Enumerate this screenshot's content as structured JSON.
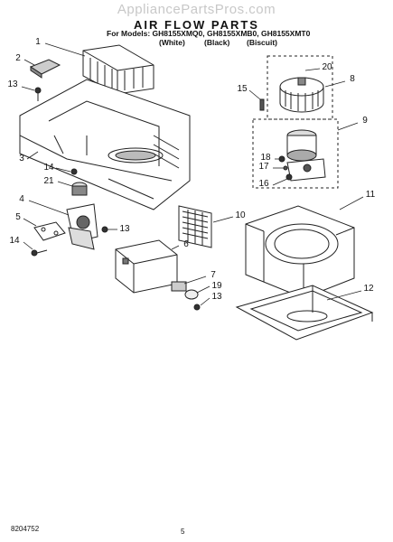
{
  "watermark": "AppliancePartsPros.com",
  "header": {
    "title": "AIR FLOW PARTS",
    "models": "For Models: GH8155XMQ0, GH8155XMB0, GH8155XMT0",
    "variants": [
      "(White)",
      "(Black)",
      "(Biscuit)"
    ]
  },
  "footer": {
    "part_number": "8204752",
    "page": "5"
  },
  "callouts": [
    "1",
    "2",
    "13",
    "3",
    "14",
    "21",
    "4",
    "5",
    "14",
    "13",
    "6",
    "7",
    "19",
    "13",
    "10",
    "15",
    "20",
    "8",
    "9",
    "18",
    "17",
    "16",
    "11",
    "12"
  ]
}
